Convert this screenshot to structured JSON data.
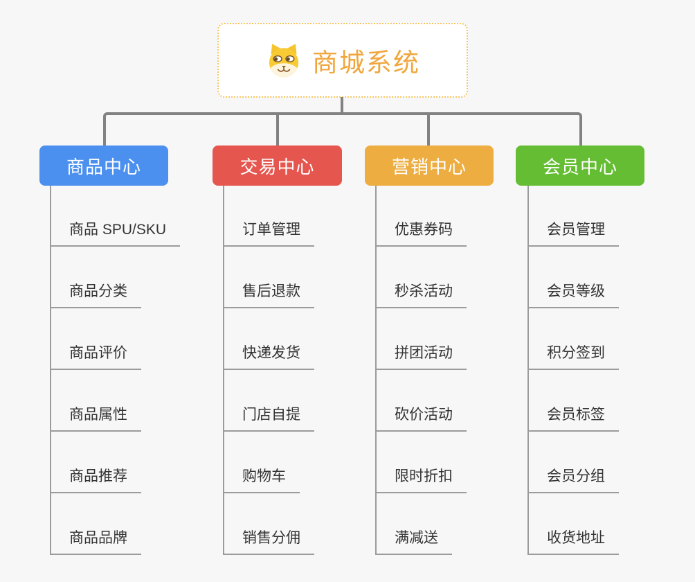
{
  "root": {
    "label": "商城系统",
    "icon": "dog-face-icon",
    "text_color": "#f0a63c",
    "border_color": "#f6c45f"
  },
  "connector_color": "#828282",
  "spine_color": "#9b9b9b",
  "background_color": "#f7f7f7",
  "branches": [
    {
      "label": "商品中心",
      "color": "#4b90ee",
      "items": [
        "商品 SPU/SKU",
        "商品分类",
        "商品评价",
        "商品属性",
        "商品推荐",
        "商品品牌"
      ]
    },
    {
      "label": "交易中心",
      "color": "#e5564f",
      "items": [
        "订单管理",
        "售后退款",
        "快递发货",
        "门店自提",
        "购物车",
        "销售分佣"
      ]
    },
    {
      "label": "营销中心",
      "color": "#edad41",
      "items": [
        "优惠券码",
        "秒杀活动",
        "拼团活动",
        "砍价活动",
        "限时折扣",
        "满减送"
      ]
    },
    {
      "label": "会员中心",
      "color": "#65bd33",
      "items": [
        "会员管理",
        "会员等级",
        "积分签到",
        "会员标签",
        "会员分组",
        "收货地址"
      ]
    }
  ]
}
